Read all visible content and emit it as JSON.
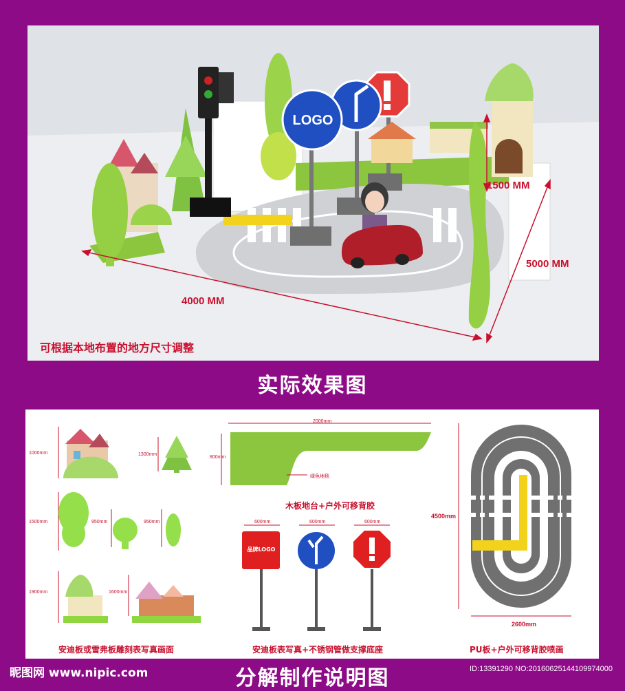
{
  "render": {
    "logo_text": "LOGO",
    "height_label": "1500 MM",
    "depth_label": "5000 MM",
    "width_label": "4000 MM",
    "note": "可根据本地布置的地方尺寸调整"
  },
  "section_title_top": "实际效果图",
  "diagram": {
    "dims": {
      "house_h": "1000mm",
      "tree_h": "1300mm",
      "bush_h": "1500mm",
      "bush_w1": "950mm",
      "bush_w2": "950mm",
      "castle_h": "1900mm",
      "castle_w": "1600mm",
      "platform_w": "2000mm",
      "platform_h": "800mm",
      "platform_note": "绿色地毯",
      "sign_w1": "600mm",
      "sign_w2": "600mm",
      "sign_w3": "600mm",
      "track_h": "4500mm",
      "track_w": "2600mm"
    },
    "sign_brand_text": "品牌LOGO",
    "caption_platform": "木板地台+户外可移背胶",
    "caption_cutouts": "安迪板或雪弗板雕刻表写真画面",
    "caption_signs": "安迪板表写真+不锈钢管做支撑底座",
    "caption_track": "PU板+户外可移背胶喷画"
  },
  "footer": {
    "watermark": "昵图网 www.nipic.com",
    "title": "分解制作说明图",
    "id_text": "ID:13391290 NO:20160625144109974000"
  },
  "colors": {
    "background": "#8e0b88",
    "accent_red": "#c8102e",
    "green": "#8cc63f",
    "sign_blue": "#1f4fc1",
    "track_gray": "#707070"
  }
}
